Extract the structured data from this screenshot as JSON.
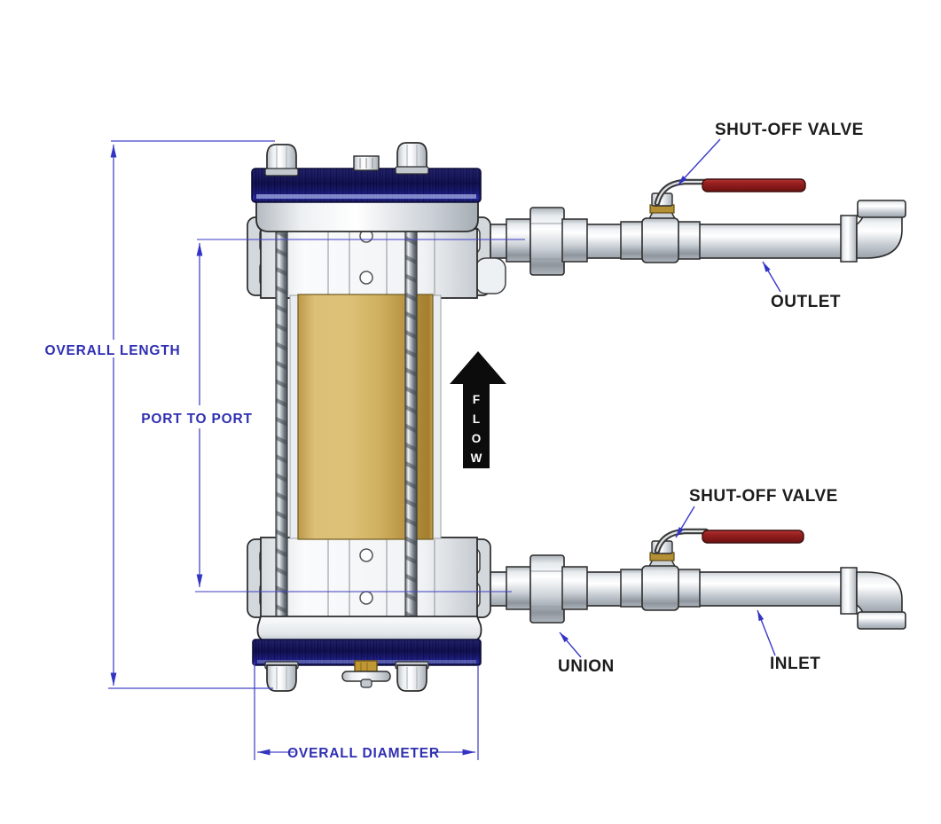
{
  "diagram": {
    "type": "technical-illustration",
    "subject": "filter housing with inlet and outlet piping",
    "dimensions": {
      "overall_length": "OVERALL LENGTH",
      "port_to_port": "PORT TO PORT",
      "overall_diameter": "OVERALL DIAMETER"
    },
    "callouts": {
      "shut_off_valve_top": "SHUT-OFF VALVE",
      "shut_off_valve_bottom": "SHUT-OFF VALVE",
      "outlet": "OUTLET",
      "union": "UNION",
      "inlet": "INLET"
    },
    "flow": {
      "letters": [
        "F",
        "L",
        "O",
        "W"
      ],
      "direction": "up"
    },
    "colors": {
      "dimension_blue": "#3a3ac6",
      "annotation_black": "#1c1c1c",
      "cap_navy": "#15155a",
      "cartridge_gold": "#d2b465",
      "valve_handle_red": "#9c1f1f",
      "metal_light": "#f2f4f6",
      "background": "#ffffff"
    }
  }
}
